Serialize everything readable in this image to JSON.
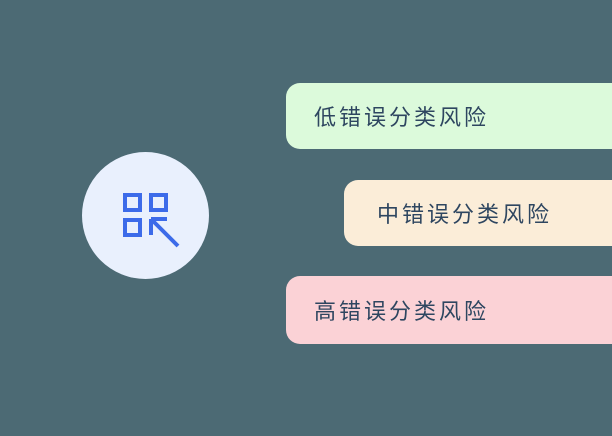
{
  "diagram": {
    "node": {
      "icon": "grid-categorize-arrow-icon"
    },
    "labels": [
      {
        "id": "low",
        "text": "低错误分类风险",
        "bg_color": "#DCFADB"
      },
      {
        "id": "medium",
        "text": "中错误分类风险",
        "bg_color": "#FBEDD8"
      },
      {
        "id": "high",
        "text": "高错误分类风险",
        "bg_color": "#FBD2D6"
      }
    ],
    "colors": {
      "background": "#4C6A74",
      "circle_fill": "#E9F0FD",
      "icon_stroke": "#3C6BE9",
      "label_text": "#2E4660"
    }
  }
}
